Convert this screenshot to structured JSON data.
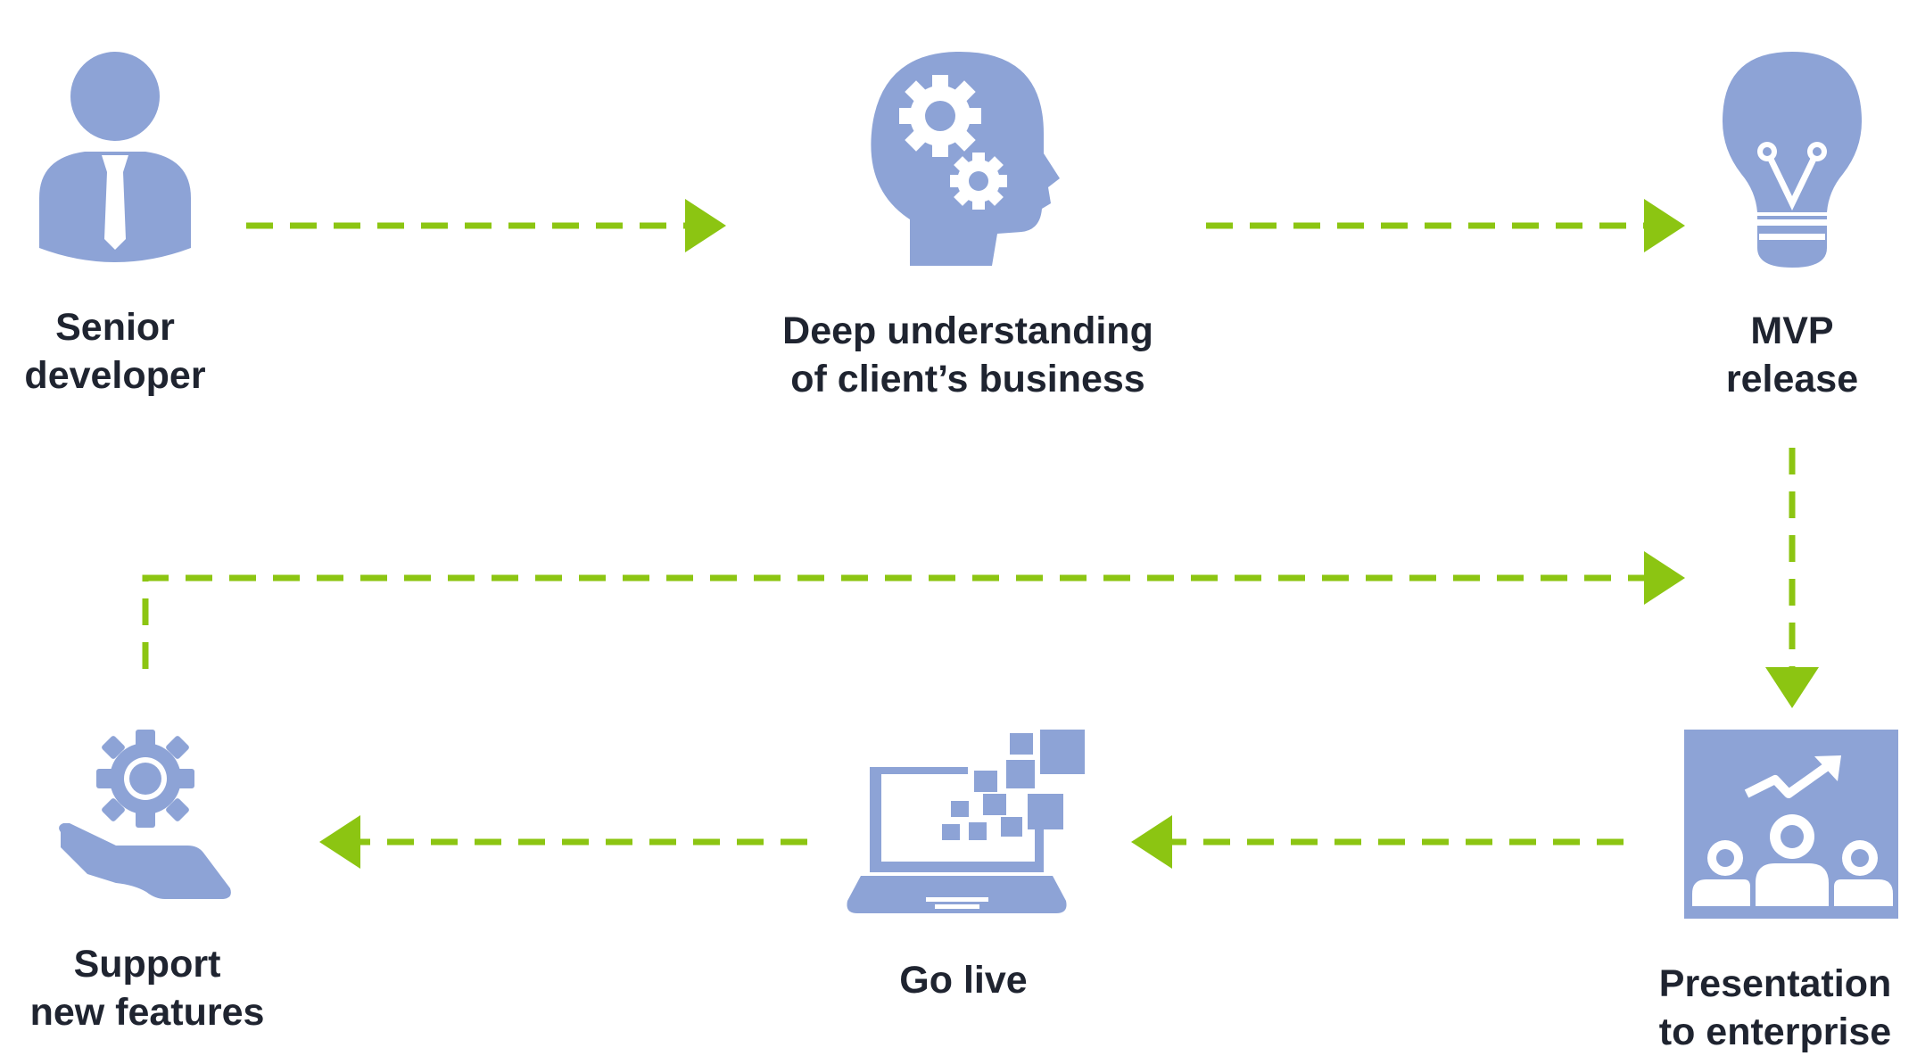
{
  "diagram": {
    "colors": {
      "icon": "#8da3d6",
      "arrow": "#8cc512",
      "text": "#1f2430",
      "background": "#ffffff"
    },
    "steps": [
      {
        "id": "senior-developer",
        "icon": "person-with-tie-icon",
        "label_lines": [
          "Senior",
          "developer"
        ]
      },
      {
        "id": "deep-understanding",
        "icon": "head-with-gears-icon",
        "label_lines": [
          "Deep understanding",
          "of client’s business"
        ]
      },
      {
        "id": "mvp-release",
        "icon": "lightbulb-icon",
        "label_lines": [
          "MVP",
          "release"
        ]
      },
      {
        "id": "presentation",
        "icon": "presentation-board-icon",
        "label_lines": [
          "Presentation",
          "to enterprise"
        ]
      },
      {
        "id": "go-live",
        "icon": "laptop-pixels-icon",
        "label_lines": [
          "Go live"
        ]
      },
      {
        "id": "support-new-features",
        "icon": "hand-with-gear-icon",
        "label_lines": [
          "Support",
          "new features"
        ]
      }
    ],
    "connectors": [
      {
        "from": "senior-developer",
        "to": "deep-understanding",
        "style": "dashed",
        "direction": "right"
      },
      {
        "from": "deep-understanding",
        "to": "mvp-release",
        "style": "dashed",
        "direction": "right"
      },
      {
        "from": "mvp-release",
        "to": "presentation",
        "style": "dashed",
        "direction": "down"
      },
      {
        "from": "presentation",
        "to": "go-live",
        "style": "dashed",
        "direction": "left"
      },
      {
        "from": "go-live",
        "to": "support-new-features",
        "style": "dashed",
        "direction": "left"
      },
      {
        "from": "support-new-features",
        "to": "presentation",
        "style": "dashed",
        "direction": "up-then-right"
      }
    ]
  }
}
